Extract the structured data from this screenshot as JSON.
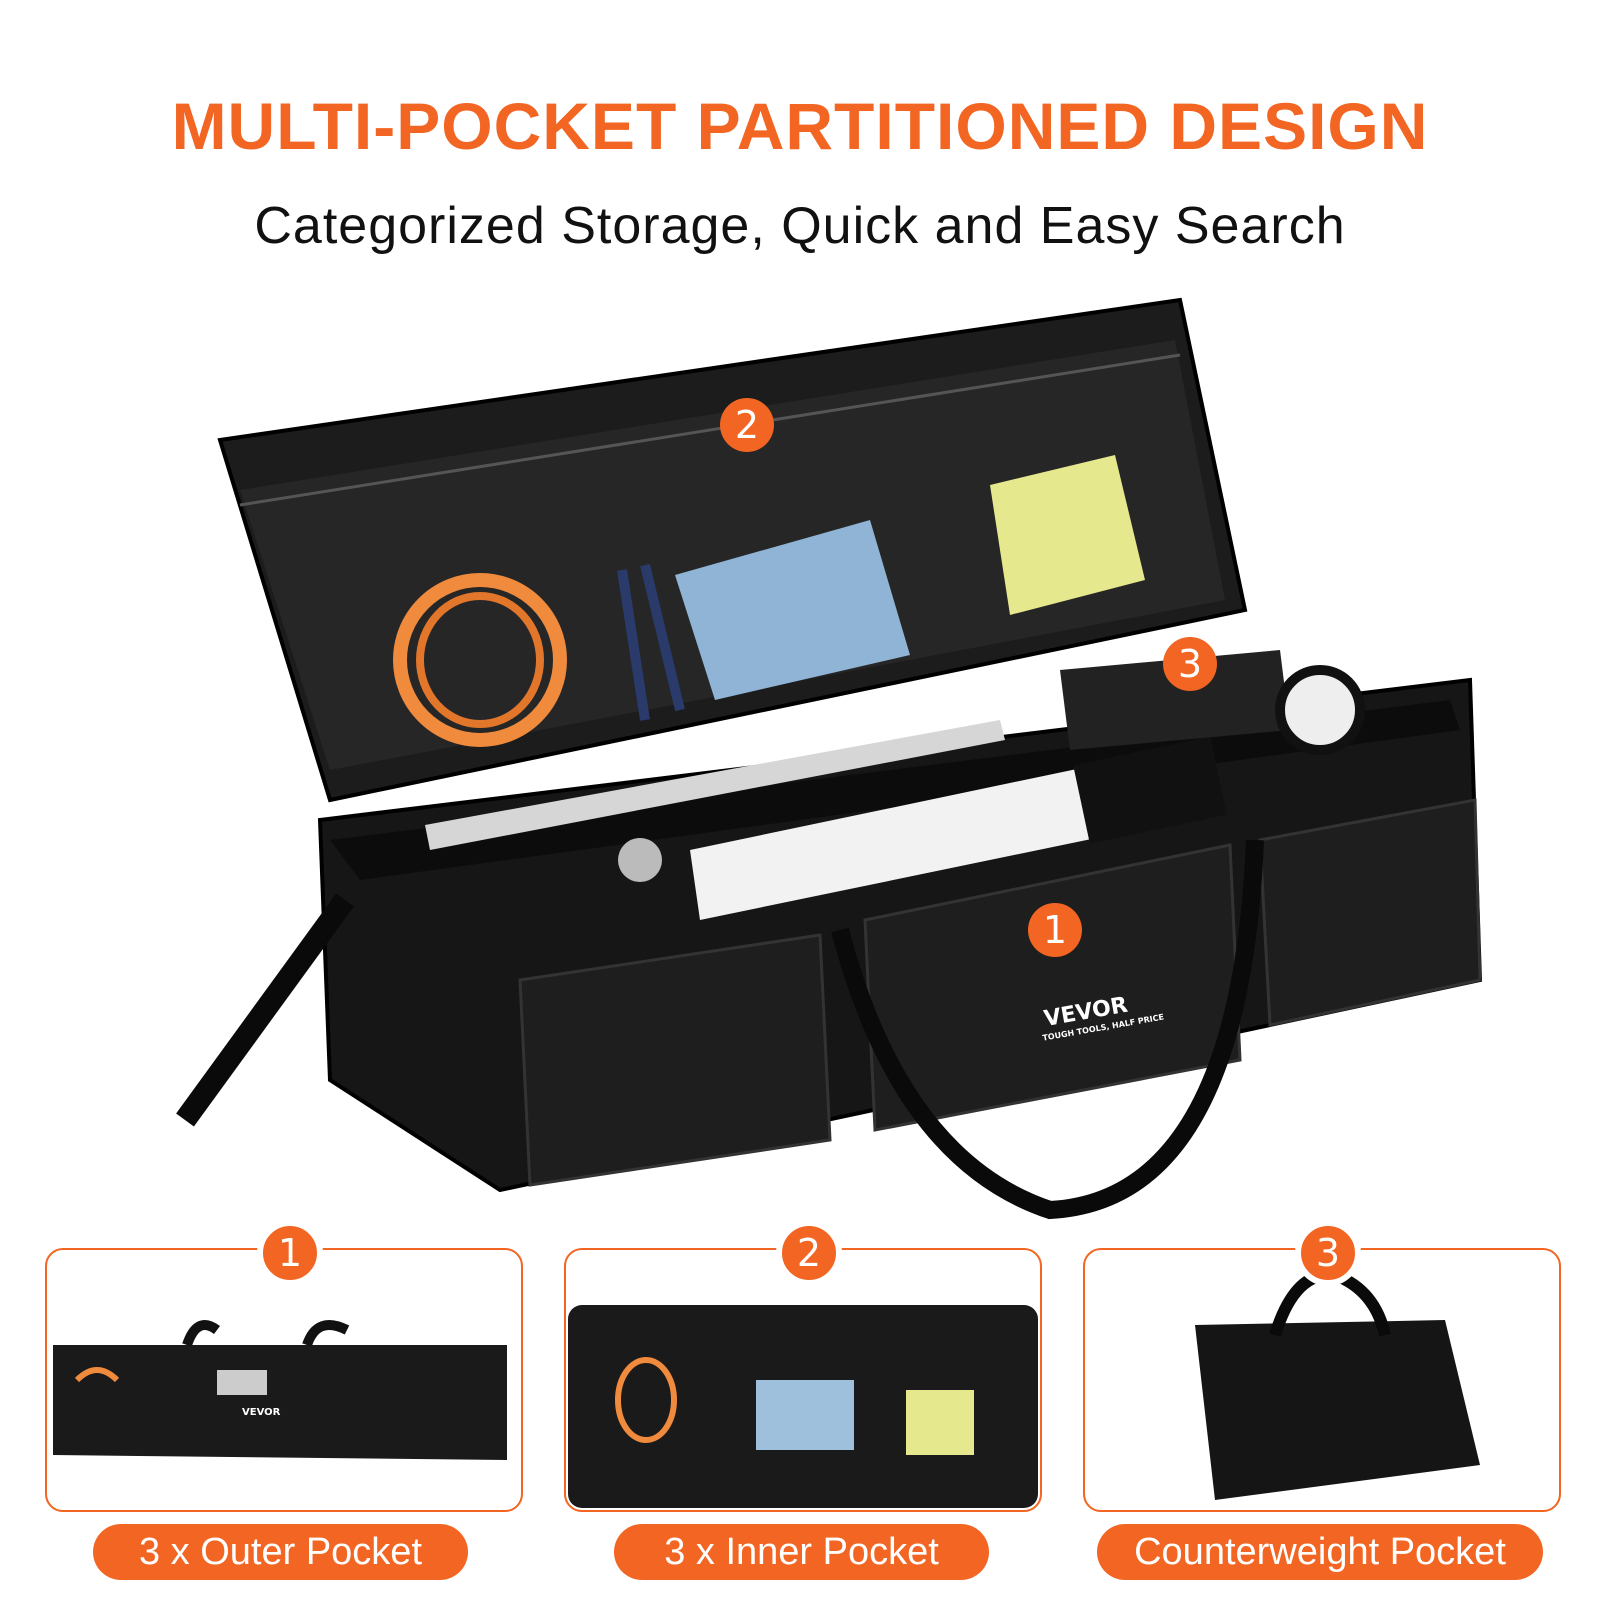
{
  "header": {
    "title": "MULTI-POCKET PARTITIONED DESIGN",
    "subtitle": "Categorized Storage, Quick and Easy Search"
  },
  "brand": {
    "logo": "VEVOR",
    "tagline": "TOUGH TOOLS, HALF PRICE"
  },
  "colors": {
    "accent": "#F26522",
    "bag": "#1a1a1a",
    "background": "#ffffff"
  },
  "hero_markers": [
    "1",
    "2",
    "3"
  ],
  "panels": [
    {
      "number": "1",
      "label": "3 x Outer Pocket"
    },
    {
      "number": "2",
      "label": "3 x Inner Pocket"
    },
    {
      "number": "3",
      "label": "Counterweight Pocket"
    }
  ]
}
